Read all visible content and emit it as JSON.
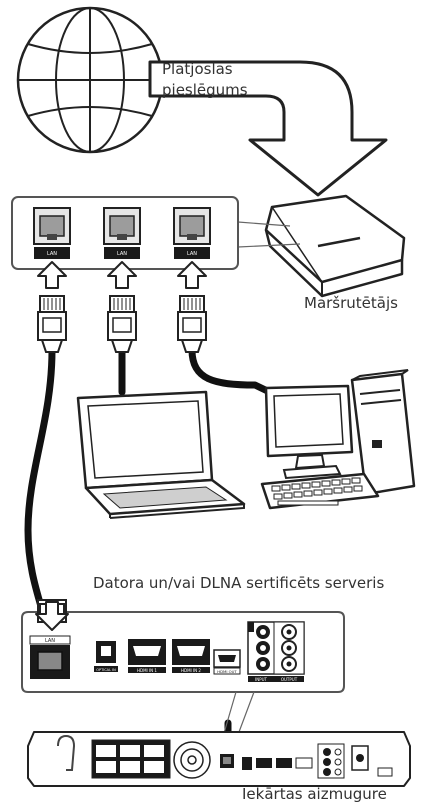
{
  "labels": {
    "broadband_line1": "Platjoslas",
    "broadband_line2": "pieslēgums",
    "router": "Maršrutētājs",
    "server": "Datora un/vai DLNA sertificēts serveris",
    "device_rear": "Iekārtas aizmugure"
  },
  "ports": {
    "lan": "LAN",
    "optical_in": "OPTICAL IN",
    "hdmi_in_1": "HDMI IN 1",
    "hdmi_in_2": "HDMI IN 2",
    "hdmi_out": "HDMI OUT",
    "input": "INPUT",
    "output": "OUTPUT"
  }
}
